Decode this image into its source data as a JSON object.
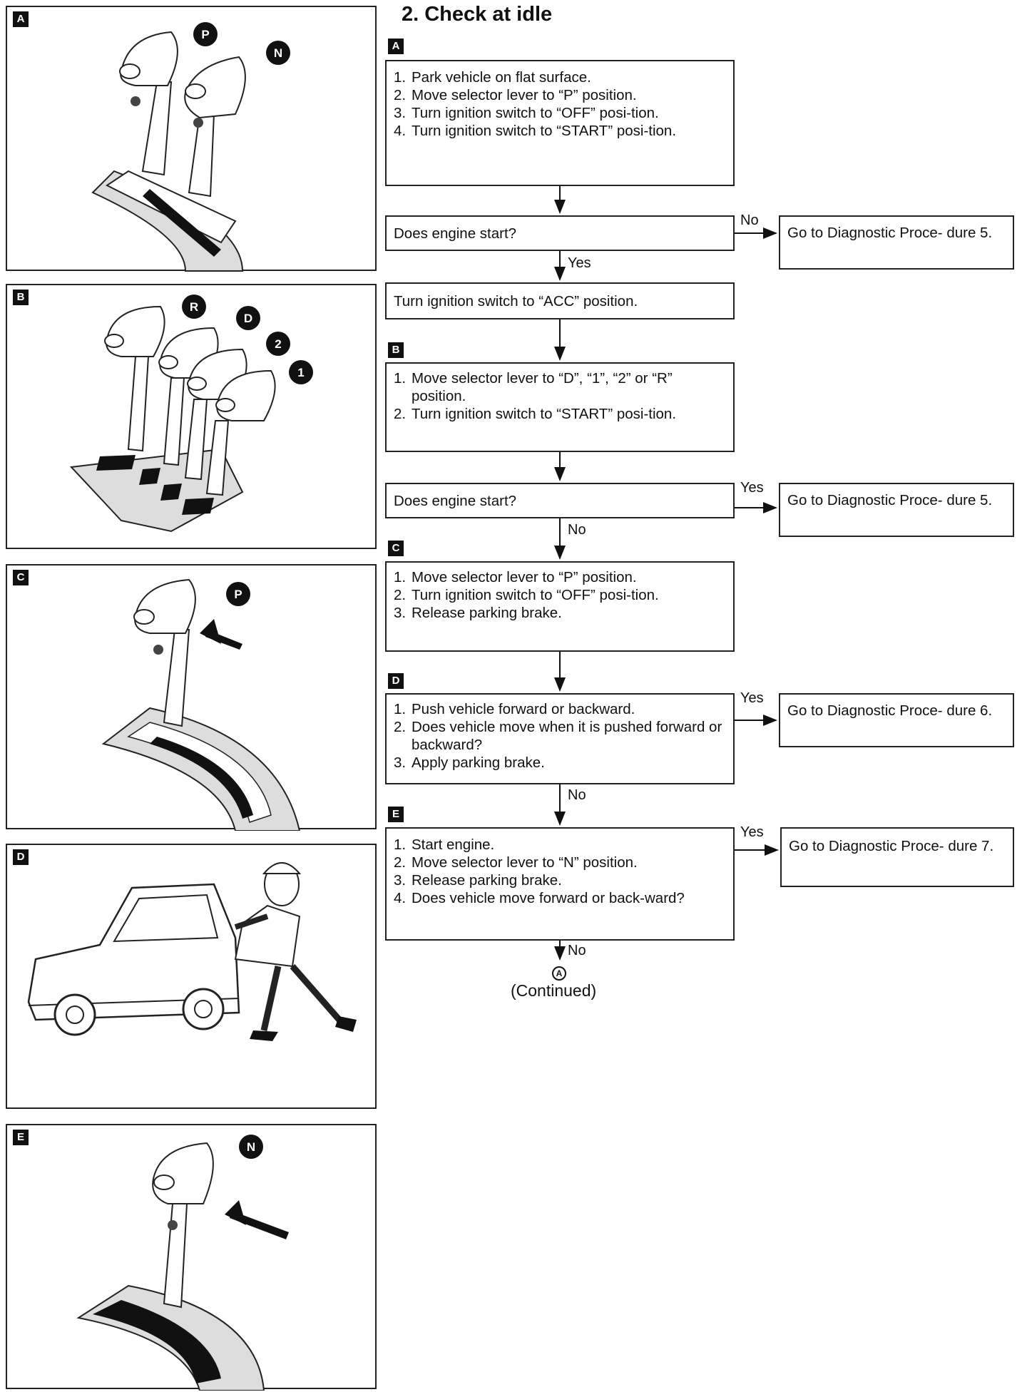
{
  "title": "2.  Check at idle",
  "panel_labels": {
    "a": "A",
    "b": "B",
    "c": "C",
    "d": "D",
    "e": "E"
  },
  "gear_labels": {
    "p": "P",
    "n": "N",
    "r": "R",
    "d": "D",
    "two": "2",
    "one": "1"
  },
  "step_a": [
    {
      "num": "1.",
      "text": "Park vehicle on flat surface."
    },
    {
      "num": "2.",
      "text": "Move selector lever to “P” position."
    },
    {
      "num": "3.",
      "text": "Turn ignition switch to “OFF” posi-tion."
    },
    {
      "num": "4.",
      "text": "Turn ignition switch to “START” posi-tion."
    }
  ],
  "q1": "Does engine start?",
  "go5": "Go to Diagnostic Proce- dure 5.",
  "acc": "Turn ignition switch to “ACC” position.",
  "step_b": [
    {
      "num": "1.",
      "text": "Move selector lever to “D”, “1”, “2” or “R” position."
    },
    {
      "num": "2.",
      "text": "Turn ignition switch to “START” posi-tion."
    }
  ],
  "q2": "Does engine start?",
  "go5b": "Go to Diagnostic Proce- dure 5.",
  "step_c": [
    {
      "num": "1.",
      "text": "Move selector lever to “P” position."
    },
    {
      "num": "2.",
      "text": "Turn ignition switch to “OFF” posi-tion."
    },
    {
      "num": "3.",
      "text": "Release parking brake."
    }
  ],
  "step_d": [
    {
      "num": "1.",
      "text": "Push vehicle forward or backward."
    },
    {
      "num": "2.",
      "text": "Does vehicle move when it is pushed forward or backward?"
    },
    {
      "num": "3.",
      "text": "Apply parking brake."
    }
  ],
  "go6": "Go to Diagnostic Proce- dure 6.",
  "step_e": [
    {
      "num": "1.",
      "text": "Start engine."
    },
    {
      "num": "2.",
      "text": "Move selector lever to “N” position."
    },
    {
      "num": "3.",
      "text": "Release parking brake."
    },
    {
      "num": "4.",
      "text": "Does vehicle move forward or back-ward?"
    }
  ],
  "go7": "Go to Diagnostic Proce- dure 7.",
  "branch": {
    "no1": "No",
    "yes1": "Yes",
    "yes2": "Yes",
    "no2": "No",
    "yes3": "Yes",
    "no3": "No",
    "yes4": "Yes",
    "no4": "No"
  },
  "connector": "A",
  "continued": "(Continued)"
}
